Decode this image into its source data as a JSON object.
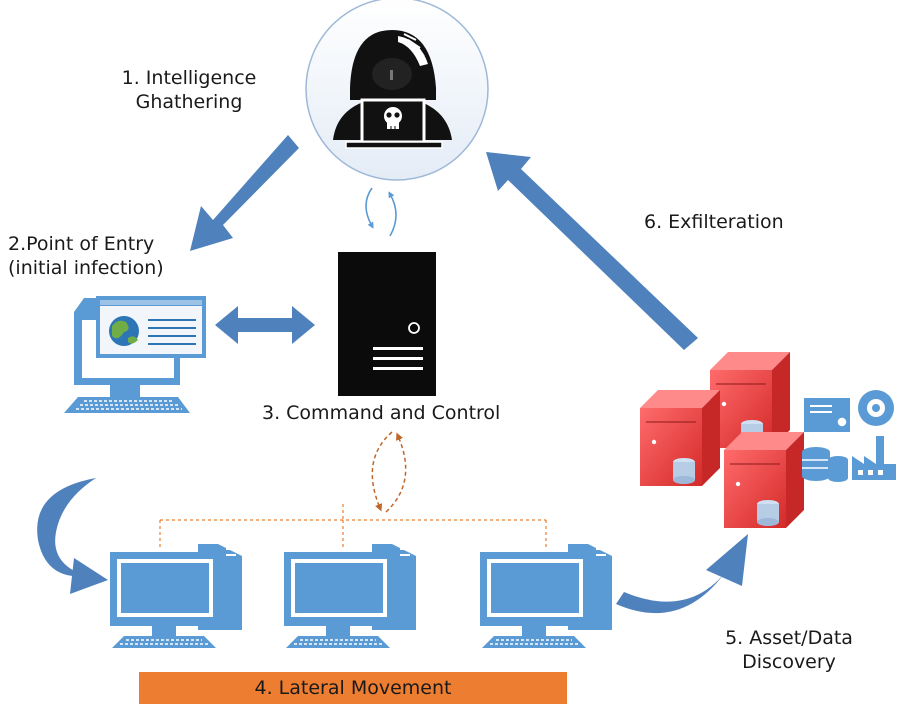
{
  "steps": {
    "step1": "1. Intelligence\nGhathering",
    "step2": "2.Point of Entry\n(initial infection)",
    "step3": "3. Command and Control",
    "step4": "4. Lateral Movement",
    "step5": "5. Asset/Data\nDiscovery",
    "step6": "6. Exfilteration"
  },
  "icons": {
    "attacker": "hooded-hacker-icon",
    "entry": "infected-computer-icon",
    "c2": "command-server-icon",
    "workstation": "desktop-computer-icon",
    "assets": "database-server-icon"
  },
  "colors": {
    "arrow_blue": "#4f81bd",
    "workstation_blue": "#5b9bd5",
    "server_red": "#e84545",
    "lateral_bar": "#ed7d31",
    "dashed_orange": "#ed7d31"
  }
}
